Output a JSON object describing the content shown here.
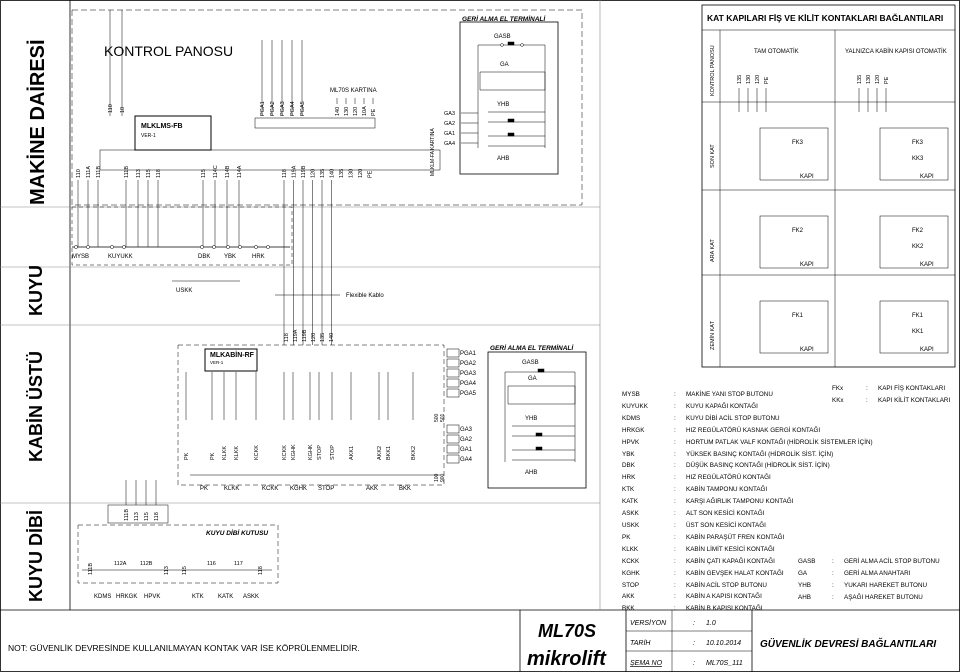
{
  "sections": {
    "machine_room": "MAKİNE DAİRESİ",
    "shaft": "KUYU",
    "car_top": "KABİN ÜSTÜ",
    "pit": "KUYU DİBİ"
  },
  "control_panel": {
    "title": "KONTROL PANOSU",
    "board": "MLKLMS-FB",
    "board_ver": "VER-1",
    "ml70s_card": "ML70S KARTINA",
    "fa_card": "MLKLM-FA KARTINA",
    "board_top_pins": [
      "110",
      "10"
    ],
    "board_bottom_pins": [
      "110",
      "111A",
      "111B",
      "111B",
      "113",
      "115",
      "118",
      "115",
      "114C",
      "114B",
      "114A"
    ],
    "pga_top": [
      "PGA1",
      "PGA2",
      "PGA3",
      "PGA4",
      "PGA5"
    ],
    "card_top": [
      "140",
      "130",
      "120",
      "10A",
      "PE"
    ],
    "term_bottom": [
      "118",
      "119A",
      "119B",
      "120",
      "135",
      "140",
      "135",
      "130",
      "120",
      "PE"
    ],
    "ga_pins": [
      "GA3",
      "GA2",
      "GA1",
      "GA4"
    ]
  },
  "return_terminal": {
    "title": "GERİ ALMA EL TERMİNALİ",
    "gasb": "GASB",
    "ga": "GA",
    "yhb": "YHB",
    "ahb": "AHB"
  },
  "shaft_row": {
    "contacts": [
      "MYSB",
      "KUYUKK",
      "DBK",
      "YBK",
      "HRK"
    ],
    "uskk": "USKK",
    "flex_cable": "Flexible Kablo"
  },
  "car": {
    "board": "MLKABİN-RF",
    "board_ver": "VER-1",
    "top_pins": [
      "118",
      "119A",
      "119B",
      "120",
      "135",
      "140"
    ],
    "vertical_labels": [
      "PK",
      "PK",
      "KLKK",
      "KLKK",
      "KCKK",
      "KCKK",
      "KGHK",
      "KGHK",
      "STOP",
      "STOP",
      "AKK1",
      "AKK2",
      "BKK1",
      "BKK2"
    ],
    "right_pins": [
      "PGA1",
      "PGA2",
      "PGA3",
      "PGA4",
      "PGA5"
    ],
    "ga_pins": [
      "GA3",
      "GA2",
      "GA1",
      "GA4"
    ],
    "side_pins": [
      "500",
      "501",
      "100",
      "900"
    ],
    "bottom_labels": [
      "PK",
      "KLKK",
      "KCKK",
      "KGHK",
      "STOP",
      "AKK",
      "BKK"
    ]
  },
  "pit_box": {
    "title": "KUYU DİBİ KUTUSU",
    "pins": [
      "111B",
      "113",
      "115",
      "118"
    ],
    "terms": [
      "111B",
      "112A",
      "112B",
      "113",
      "115",
      "116",
      "117",
      "118"
    ],
    "labels": [
      "KDMS",
      "HRKGK",
      "HPVK",
      "KTK",
      "KATK",
      "ASKK"
    ]
  },
  "door_panel": {
    "title": "KAT KAPILARI FİŞ VE KİLİT KONTAKLARI BAĞLANTILARI",
    "side_labels": [
      "KONTROL PANOSU",
      "SON KAT",
      "ARA KAT",
      "ZEMİN KAT"
    ],
    "auto_title": "TAM OTOMATİK",
    "semi_title": "YALNIZCA KABİN KAPISI OTOMATİK",
    "wires": [
      "135",
      "130",
      "120",
      "PE"
    ],
    "left_contacts": [
      "FK3",
      "FK2",
      "FK1"
    ],
    "right_contacts": [
      "FK3",
      "KK3",
      "FK2",
      "KK2",
      "FK1",
      "KK1"
    ],
    "door": "KAPI"
  },
  "legend": [
    {
      "code": "MYSB",
      "text": "MAKİNE YANI STOP BUTONU"
    },
    {
      "code": "KUYUKK",
      "text": "KUYU KAPAĞI KONTAĞI"
    },
    {
      "code": "KDMS",
      "text": "KUYU DİBİ ACİL STOP BUTONU"
    },
    {
      "code": "HRKGK",
      "text": "HIZ REGÜLATÖRÜ KASNAK GERGİ KONTAĞI"
    },
    {
      "code": "HPVK",
      "text": "HORTUM PATLAK VALF KONTAĞI (HİDROLİK SİSTEMLER İÇİN)"
    },
    {
      "code": "YBK",
      "text": "YÜKSEK BASINÇ KONTAĞI (HİDROLİK SİST. İÇİN)"
    },
    {
      "code": "DBK",
      "text": "DÜŞÜK BASINÇ KONTAĞI (HİDROLİK SİST. İÇİN)"
    },
    {
      "code": "HRK",
      "text": "HIZ REGÜLATÖRÜ KONTAĞI"
    },
    {
      "code": "KTK",
      "text": "KABİN TAMPONU KONTAĞI"
    },
    {
      "code": "KATK",
      "text": "KARŞI AĞIRLIK TAMPONU KONTAĞI"
    },
    {
      "code": "ASKK",
      "text": "ALT SON KESİCİ KONTAĞI"
    },
    {
      "code": "USKK",
      "text": "ÜST SON KESİCİ KONTAĞI"
    },
    {
      "code": "PK",
      "text": "KABİN PARAŞÜT FREN KONTAĞI"
    },
    {
      "code": "KLKK",
      "text": "KABİN LİMİT KESİCİ KONTAĞI"
    },
    {
      "code": "KCKK",
      "text": "KABİN ÇATI KAPAĞI KONTAĞI"
    },
    {
      "code": "KGHK",
      "text": "KABİN GEVŞEK HALAT KONTAĞI"
    },
    {
      "code": "STOP",
      "text": "KABİN ACİL STOP BUTONU"
    },
    {
      "code": "AKK",
      "text": "KABİN A KAPISI KONTAĞI"
    },
    {
      "code": "BKK",
      "text": "KABİN B KAPISI KONTAĞI"
    }
  ],
  "legend_right": [
    {
      "code": "FKx",
      "text": "KAPI FİŞ KONTAKLARI"
    },
    {
      "code": "KKx",
      "text": "KAPI KİLİT KONTAKLARI"
    }
  ],
  "legend_right2": [
    {
      "code": "GASB",
      "text": "GERİ ALMA ACİL STOP BUTONU"
    },
    {
      "code": "GA",
      "text": "GERİ ALMA ANAHTARI"
    },
    {
      "code": "YHB",
      "text": "YUKARI HAREKET BUTONU"
    },
    {
      "code": "AHB",
      "text": "AŞAĞI HAREKET BUTONU"
    }
  ],
  "note": "NOT: GÜVENLİK DEVRESİNDE KULLANILMAYAN KONTAK VAR İSE KÖPRÜLENMELİDİR.",
  "title_block": {
    "model": "ML70S",
    "brand": "mikrolift",
    "version_label": "VERSİYON",
    "version": "1.0",
    "date_label": "TARİH",
    "date": "10.10.2014",
    "scheme_label": "ŞEMA NO",
    "scheme_no": "ML70S_111",
    "title": "GÜVENLİK DEVRESİ BAĞLANTILARI"
  }
}
